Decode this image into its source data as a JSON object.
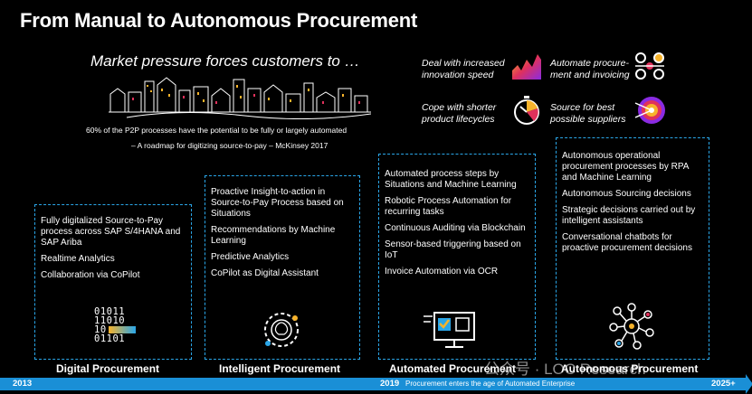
{
  "title": "From Manual to Autonomous Procurement",
  "subtitle": "Market pressure forces customers to …",
  "quote": {
    "line1": "60% of the P2P processes have the potential to be fully or largely automated",
    "line2": "– A roadmap for digitizing source-to-pay – McKinsey 2017"
  },
  "pressures": [
    {
      "text": "Deal with increased innovation speed",
      "icon": "rising-chart-icon"
    },
    {
      "text": "Automate procure-ment and invoicing",
      "icon": "gears-icon"
    },
    {
      "text": "Cope with shorter product lifecycles",
      "icon": "stopwatch-icon"
    },
    {
      "text": "Source for best possible suppliers",
      "icon": "target-icon"
    }
  ],
  "stages": [
    {
      "label": "Digital Procurement",
      "items": [
        "Fully digitalized Source-to-Pay process across SAP S/4HANA and SAP Ariba",
        "Realtime Analytics",
        "Collaboration via CoPilot"
      ],
      "bits": [
        "01011",
        "11010",
        "10",
        "01101"
      ]
    },
    {
      "label": "Intelligent Procurement",
      "items": [
        "Proactive Insight-to-action in Source-to-Pay Process based on Situations",
        "Recommendations by Machine Learning",
        "Predictive Analytics",
        "CoPilot as Digital Assistant"
      ]
    },
    {
      "label": "Automated Procurement",
      "items": [
        "Automated process steps by Situations and Machine Learning",
        "Robotic Process Automation for recurring tasks",
        "Continuous Auditing via Blockchain",
        "Sensor-based triggering based on IoT",
        "Invoice Automation via OCR"
      ]
    },
    {
      "label": "Autonomous Procurement",
      "items": [
        "Autonomous operational procurement processes by RPA and Machine Learning",
        "Autonomous Sourcing decisions",
        "Strategic decisions carried out by intelligent assistants",
        "Conversational chatbots for proactive procurement decisions"
      ]
    }
  ],
  "timeline": {
    "start": "2013",
    "milestone_year": "2019",
    "milestone_text": "Procurement enters the age of Automated Enterprise",
    "end": "2025+"
  },
  "watermark": "公众号 · LOC Research",
  "colors": {
    "accent": "#2aa6e8",
    "timeline": "#1a8fd6",
    "warm1": "#f7b32b",
    "warm2": "#e0315b",
    "warm3": "#8a2be2"
  }
}
